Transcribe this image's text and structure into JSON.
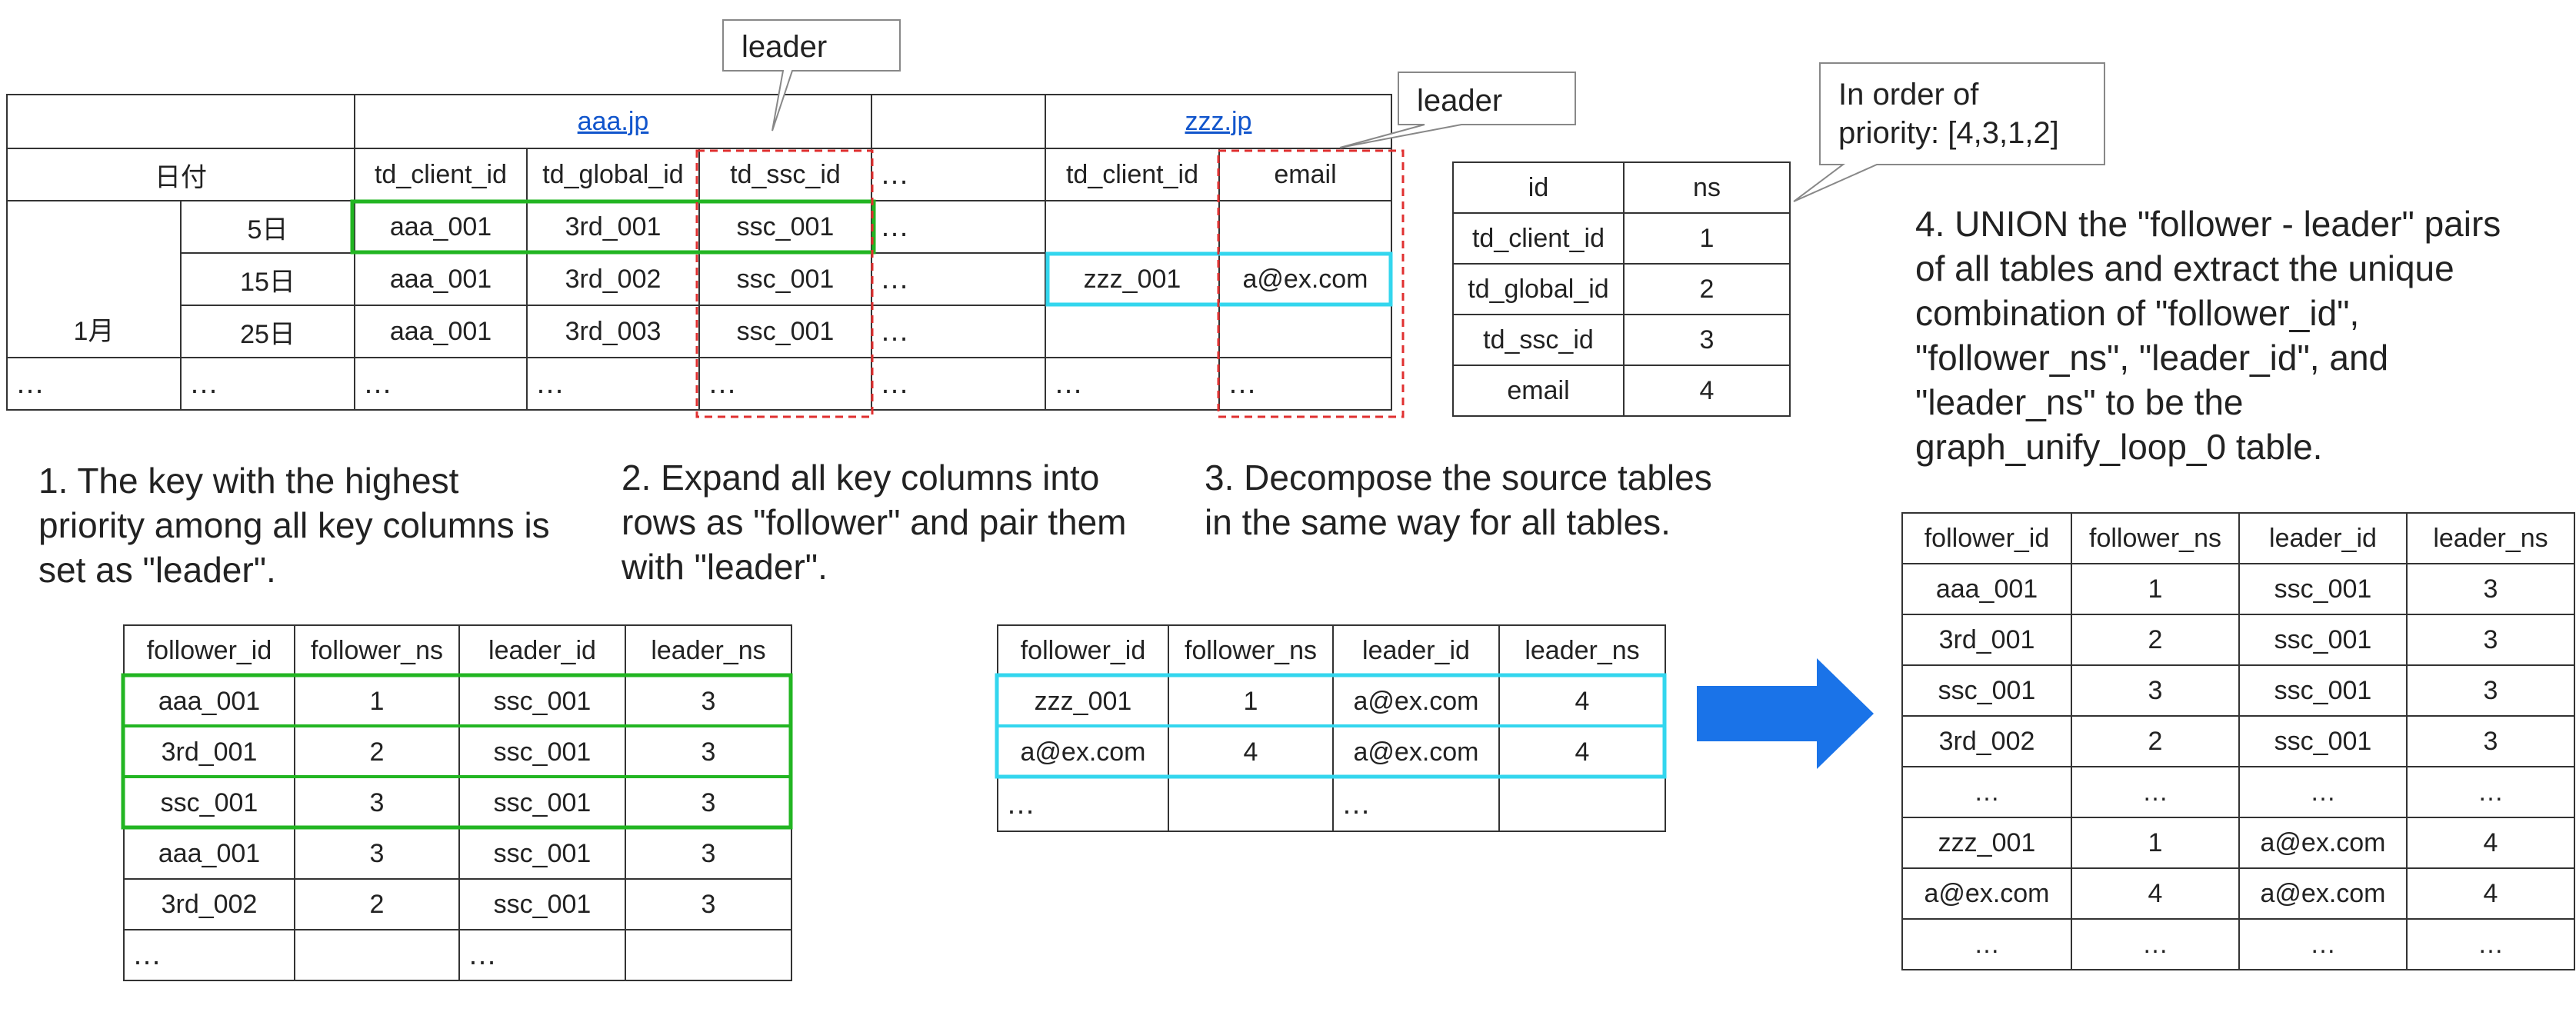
{
  "source_table": {
    "domain_headers": [
      "aaa.jp",
      "zzz.jp"
    ],
    "date_header": "日付",
    "column_headers": [
      "td_client_id",
      "td_global_id",
      "td_ssc_id",
      "…",
      "td_client_id",
      "email"
    ],
    "month_label": "1月",
    "rows": [
      [
        "5日",
        "aaa_001",
        "3rd_001",
        "ssc_001",
        "…",
        "",
        ""
      ],
      [
        "15日",
        "aaa_001",
        "3rd_002",
        "ssc_001",
        "…",
        "zzz_001",
        "a@ex.com"
      ],
      [
        "25日",
        "aaa_001",
        "3rd_003",
        "ssc_001",
        "…",
        "",
        ""
      ]
    ],
    "ellipsis": "…"
  },
  "callouts": {
    "leader_1": "leader",
    "leader_2": "leader",
    "priority_line1": "In order of",
    "priority_line2": "priority: [4,3,1,2]"
  },
  "ns_table": {
    "headers": [
      "id",
      "ns"
    ],
    "rows": [
      [
        "td_client_id",
        "1"
      ],
      [
        "td_global_id",
        "2"
      ],
      [
        "td_ssc_id",
        "3"
      ],
      [
        "email",
        "4"
      ]
    ]
  },
  "steps": {
    "step1": [
      "1. The key with the highest",
      "priority among all key columns is",
      "set as \"leader\"."
    ],
    "step2": [
      "2. Expand all key columns into",
      "rows as \"follower\" and pair them",
      "with \"leader\"."
    ],
    "step3": [
      "3. Decompose the source tables",
      "in the same way for all tables."
    ],
    "step4": [
      "4. UNION the \"follower - leader\" pairs",
      "of all tables and extract the unique",
      "combination of \"follower_id\",",
      "\"follower_ns\", \"leader_id\", and",
      "\"leader_ns\" to be the",
      "graph_unify_loop_0 table."
    ]
  },
  "pair_headers": [
    "follower_id",
    "follower_ns",
    "leader_id",
    "leader_ns"
  ],
  "table1_rows": [
    [
      "aaa_001",
      "1",
      "ssc_001",
      "3"
    ],
    [
      "3rd_001",
      "2",
      "ssc_001",
      "3"
    ],
    [
      "ssc_001",
      "3",
      "ssc_001",
      "3"
    ],
    [
      "aaa_001",
      "3",
      "ssc_001",
      "3"
    ],
    [
      "3rd_002",
      "2",
      "ssc_001",
      "3"
    ],
    [
      "…",
      "",
      "…",
      ""
    ]
  ],
  "table2_rows": [
    [
      "zzz_001",
      "1",
      "a@ex.com",
      "4"
    ],
    [
      "a@ex.com",
      "4",
      "a@ex.com",
      "4"
    ],
    [
      "…",
      "",
      "…",
      ""
    ]
  ],
  "table3_rows": [
    [
      "aaa_001",
      "1",
      "ssc_001",
      "3"
    ],
    [
      "3rd_001",
      "2",
      "ssc_001",
      "3"
    ],
    [
      "ssc_001",
      "3",
      "ssc_001",
      "3"
    ],
    [
      "3rd_002",
      "2",
      "ssc_001",
      "3"
    ],
    [
      "…",
      "…",
      "…",
      "…"
    ],
    [
      "zzz_001",
      "1",
      "a@ex.com",
      "4"
    ],
    [
      "a@ex.com",
      "4",
      "a@ex.com",
      "4"
    ],
    [
      "…",
      "…",
      "…",
      "…"
    ]
  ],
  "colors": {
    "green_highlight": "#22b522",
    "cyan_highlight": "#33d6ee",
    "red_dashed": "#e03030",
    "arrow_blue": "#1a73e8",
    "link_blue": "#1155cc"
  }
}
